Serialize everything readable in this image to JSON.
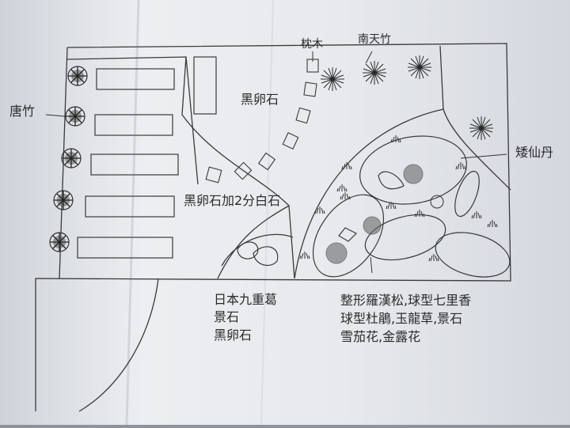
{
  "labels": {
    "zhenmu": "枕木",
    "nantianzhu": "南天竹",
    "tangzhu": "唐竹",
    "heiluanshi_top": "黑卵石",
    "heiluanshi_mix": "黑卵石加2分白石",
    "aixiandan": "矮仙丹",
    "left_group": [
      "日本九重葛",
      "景石",
      "黑卵石"
    ],
    "right_group": [
      "整形羅漢松,球型七里香",
      "球型杜鵑,玉龍草,景石",
      "雪茄花,金露花"
    ]
  },
  "colors": {
    "paper": "#e9ebef",
    "ink": "#3a3a3a",
    "background": "#8e939b"
  },
  "icons": [
    "shrub-icon",
    "tree-icon",
    "grass-tuft-icon",
    "stepping-stone-icon"
  ]
}
